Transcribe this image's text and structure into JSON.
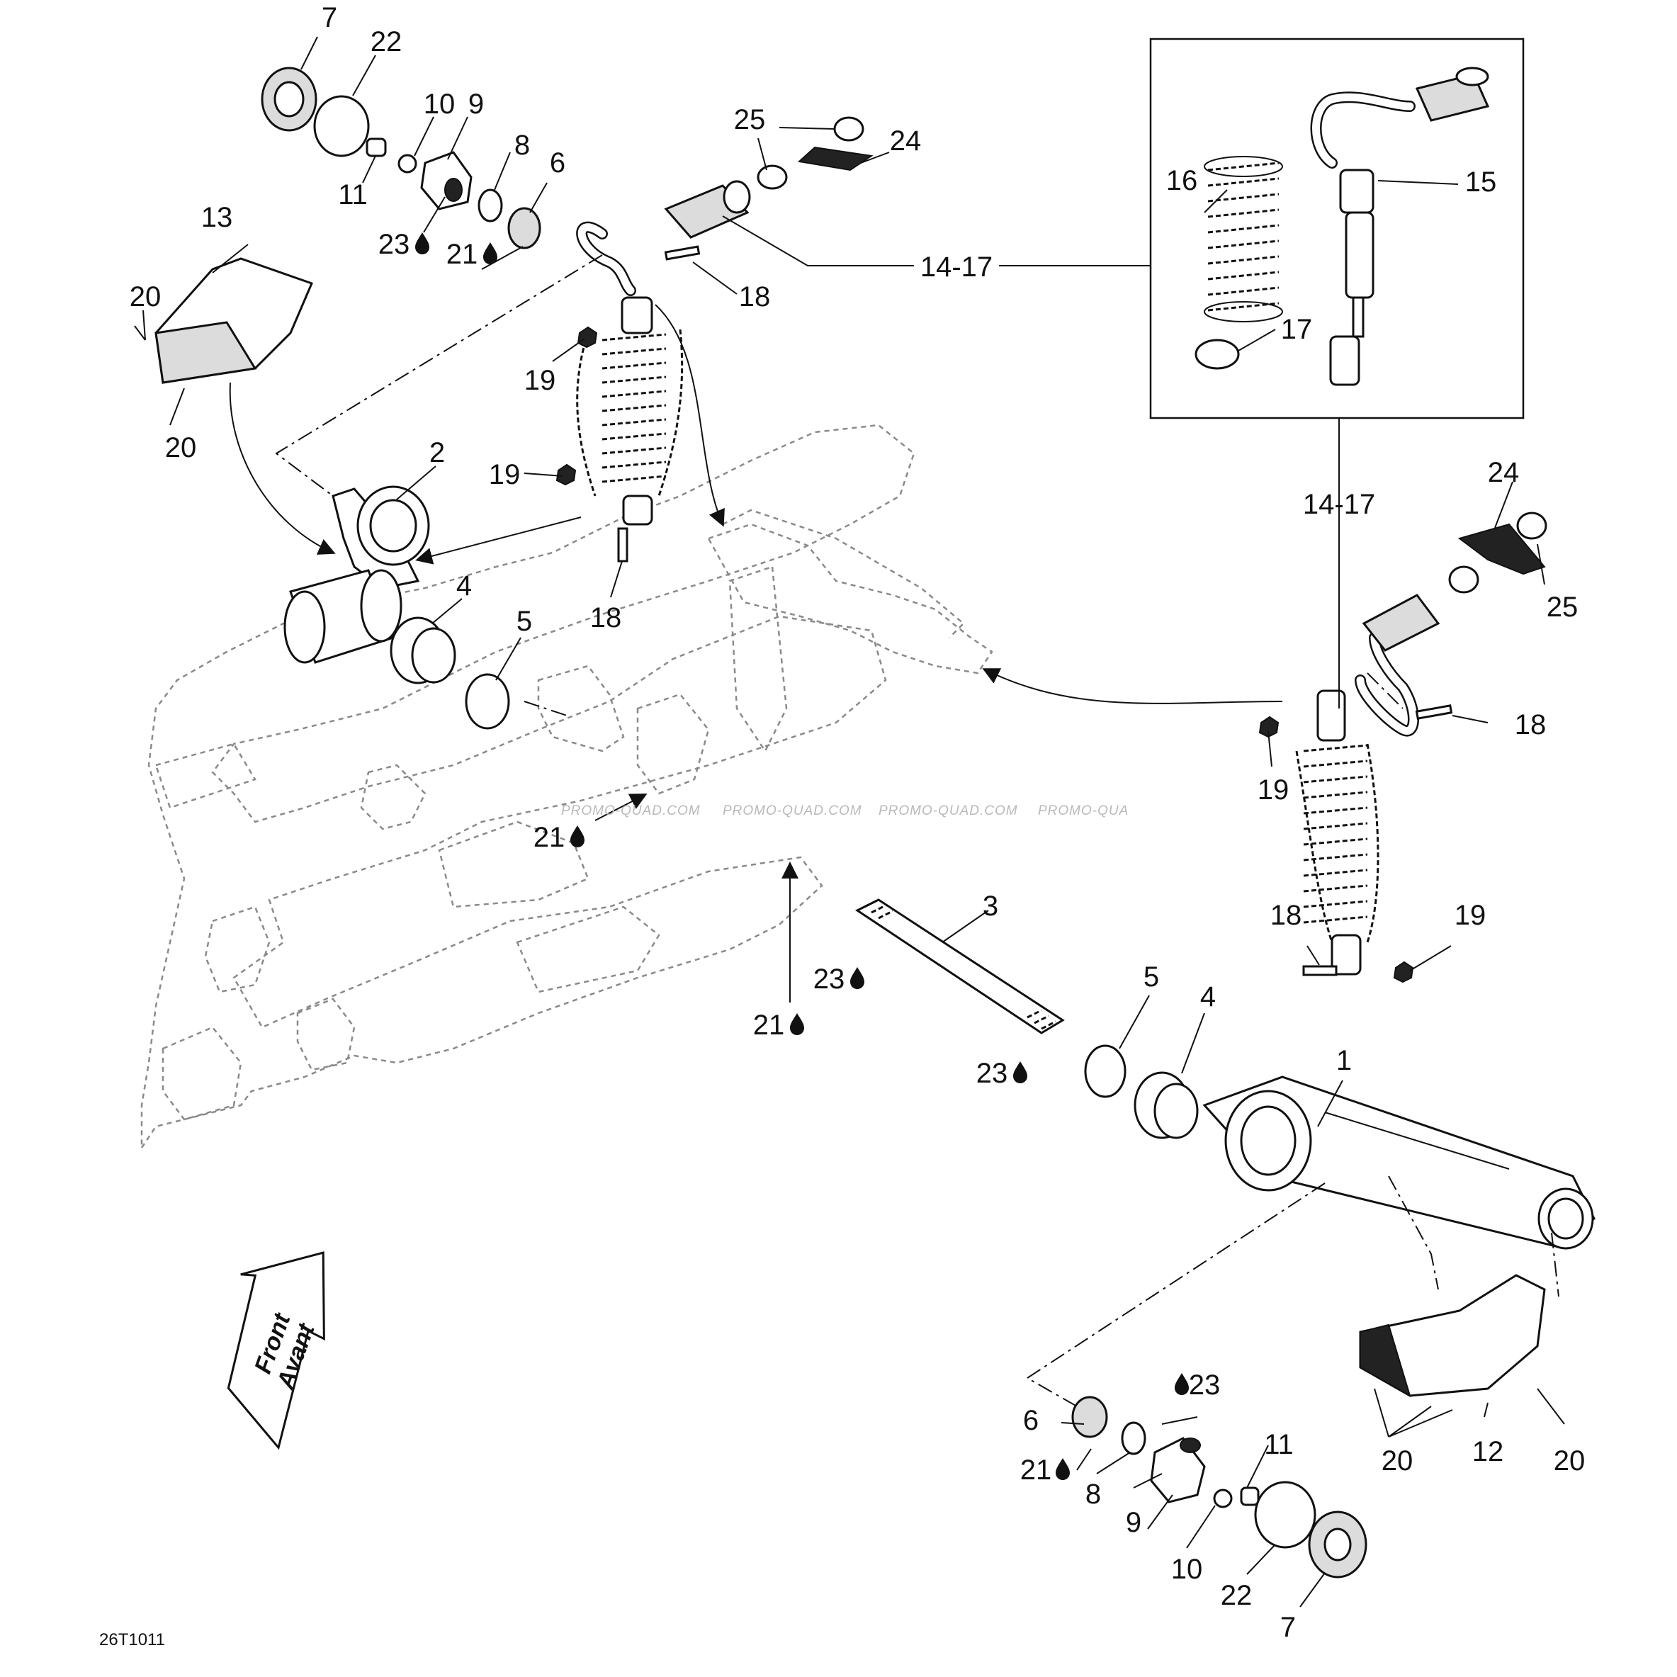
{
  "diagram": {
    "callouts": [
      "7",
      "22",
      "10",
      "9",
      "8",
      "6",
      "11",
      "23",
      "21",
      "13",
      "20",
      "20",
      "25",
      "24",
      "25",
      "14-17",
      "18",
      "19",
      "19",
      "2",
      "18",
      "4",
      "5",
      "21",
      "3",
      "23",
      "21",
      "23",
      "5",
      "4",
      "1",
      "16",
      "15",
      "17",
      "14-17",
      "24",
      "25",
      "18",
      "19",
      "18",
      "19",
      "6",
      "21",
      "8",
      "9",
      "10",
      "11",
      "22",
      "7",
      "23",
      "12",
      "20",
      "20"
    ],
    "front_arrow": [
      "Front",
      "Avant"
    ],
    "watermark": "PROMO-QUAD.COM",
    "watermark_partial": "PROMO-QUA",
    "figure_code": "26T1011"
  }
}
